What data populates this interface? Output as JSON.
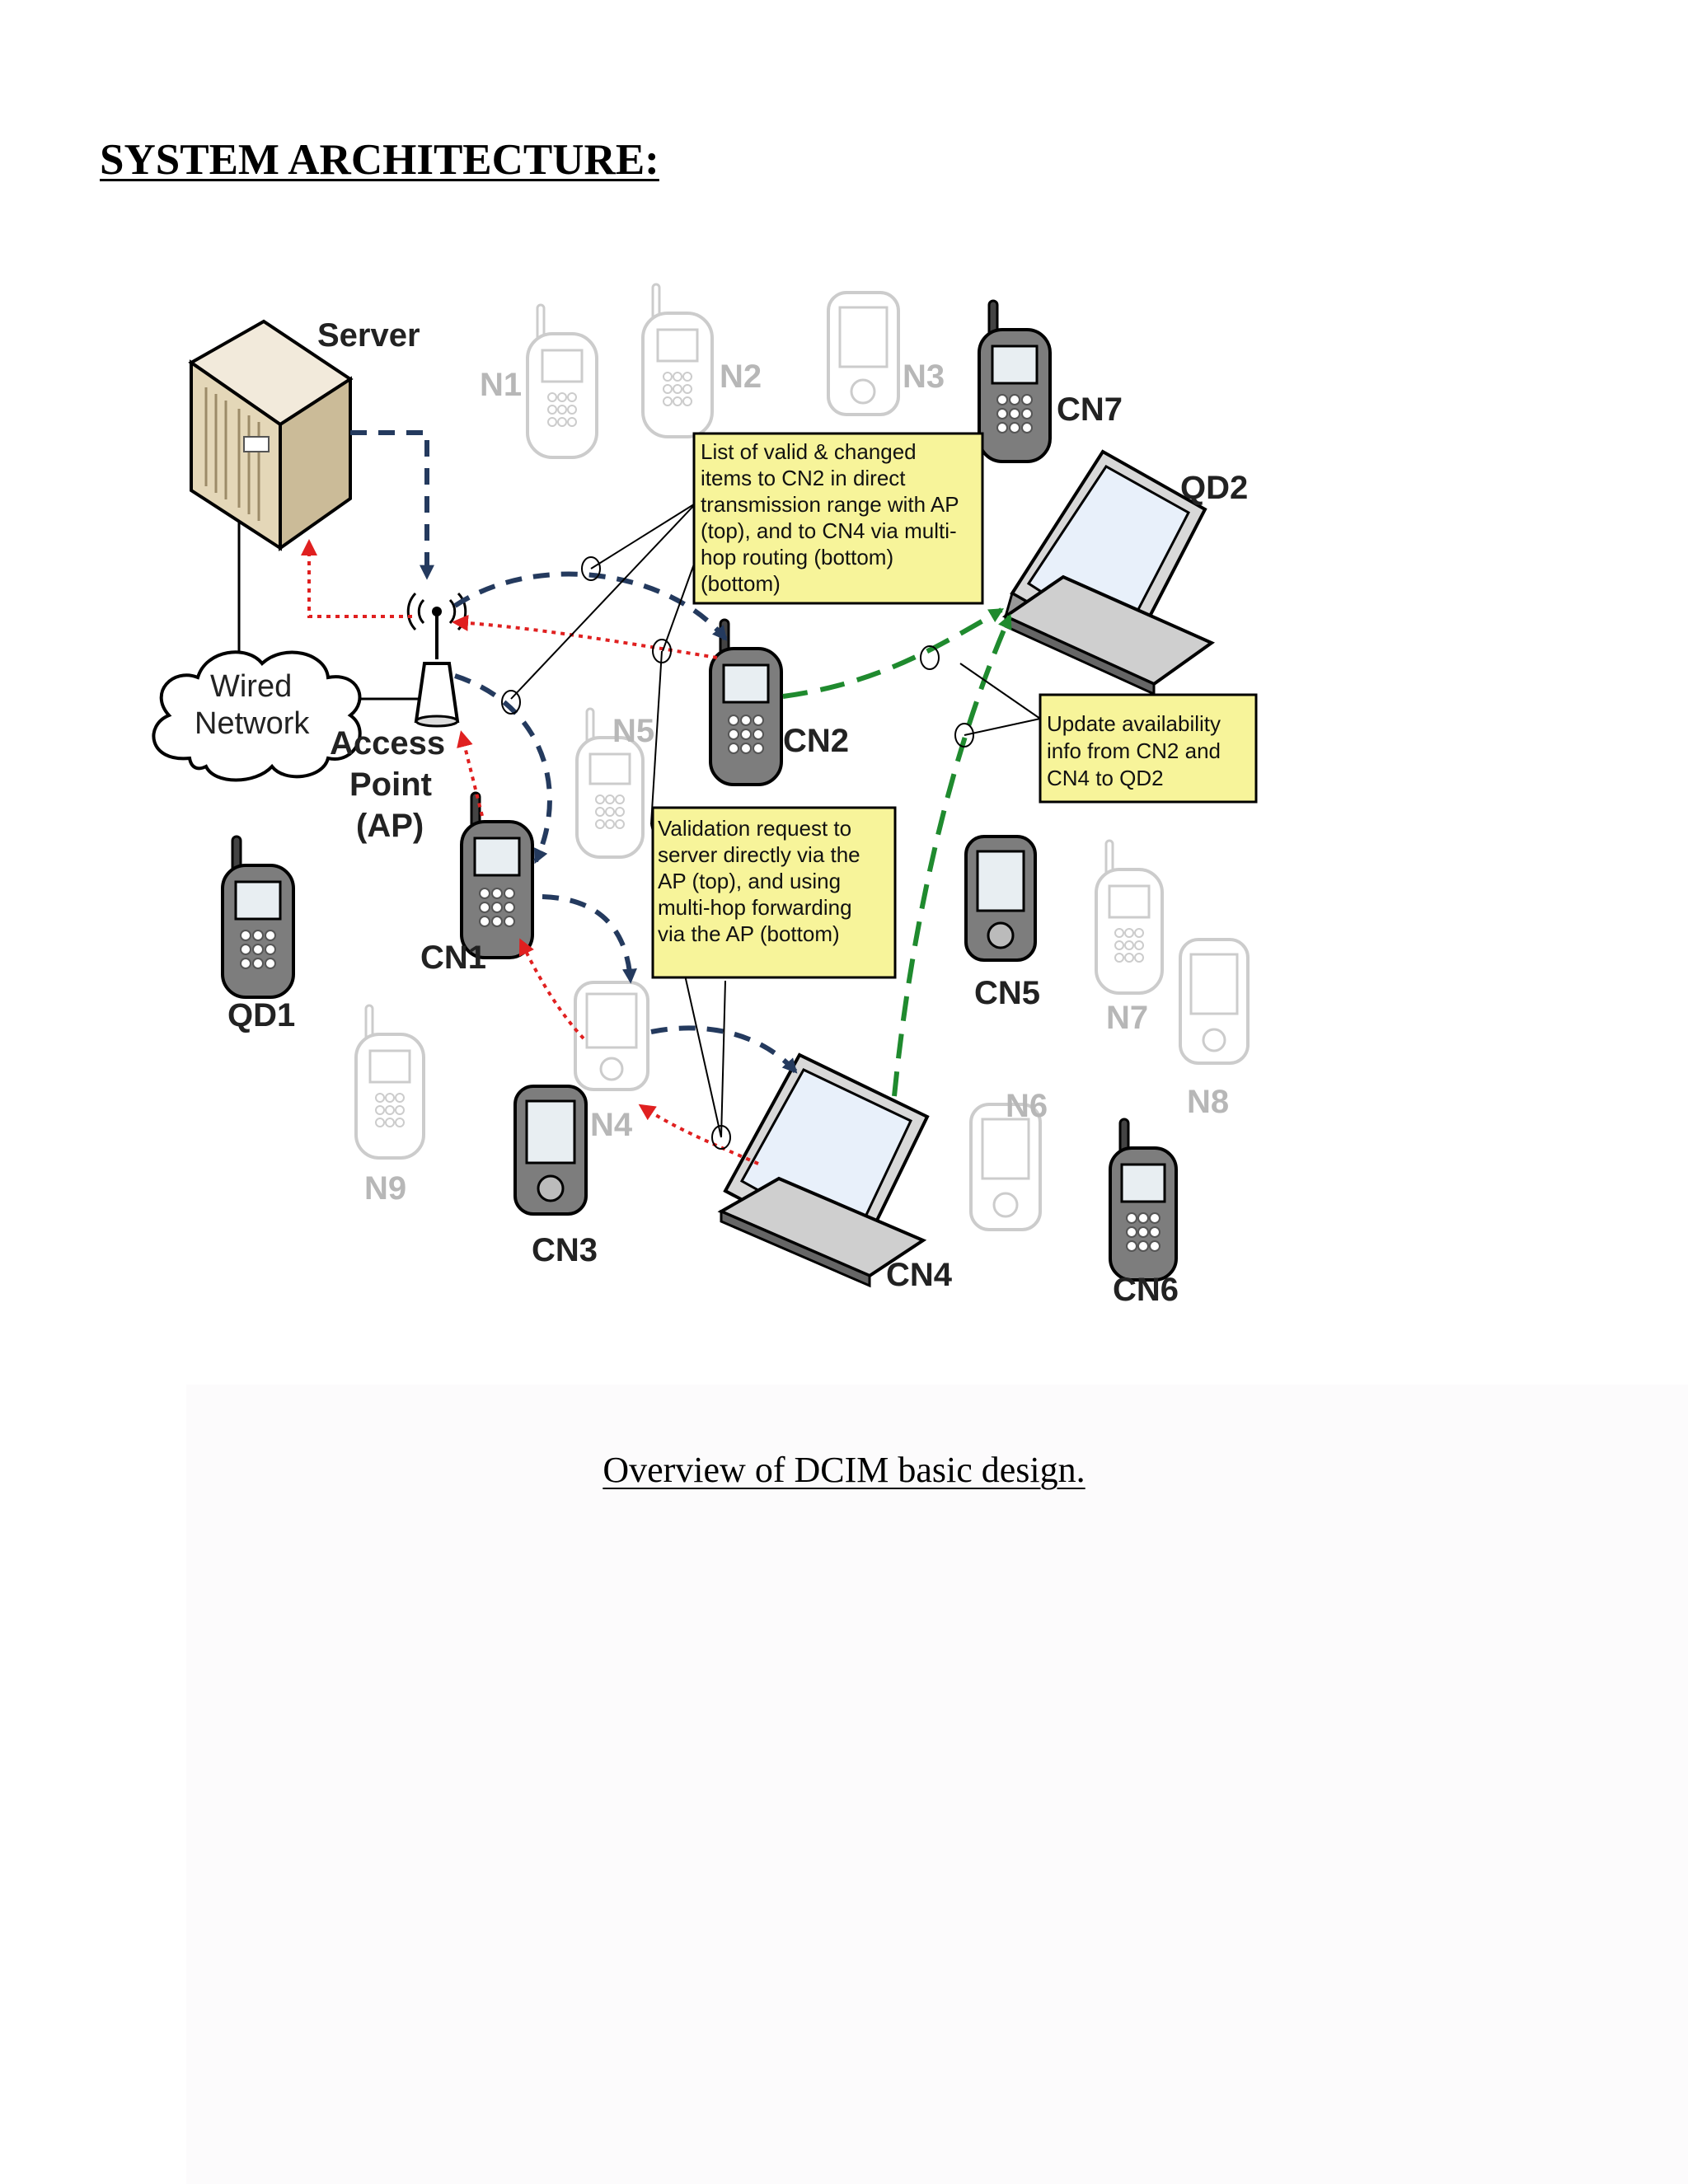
{
  "page": {
    "heading": "SYSTEM ARCHITECTURE:",
    "caption": "Overview of DCIM basic design."
  },
  "diagram": {
    "nodes": {
      "server": "Server",
      "wired_network": [
        "Wired",
        "Network"
      ],
      "access_point": [
        "Access",
        "Point",
        "(AP)"
      ],
      "cn1": "CN1",
      "cn2": "CN2",
      "cn3": "CN3",
      "cn4": "CN4",
      "cn5": "CN5",
      "cn6": "CN6",
      "cn7": "CN7",
      "qd1": "QD1",
      "qd2": "QD2",
      "n1": "N1",
      "n2": "N2",
      "n3": "N3",
      "n4": "N4",
      "n5": "N5",
      "n6": "N6",
      "n7": "N7",
      "n8": "N8",
      "n9": "N9"
    },
    "notes": {
      "list_of_valid": [
        "List of valid & changed",
        "items to CN2 in direct",
        "transmission range with AP",
        "(top), and to CN4 via multi-",
        "hop routing (bottom)",
        "(bottom)"
      ],
      "validation_request": [
        "Validation request to",
        "server directly via the",
        "AP (top), and using",
        "multi-hop forwarding",
        "via the AP (bottom)"
      ],
      "update_availability": [
        "Update availability",
        "info from CN2 and",
        "CN4 to QD2"
      ]
    },
    "colors": {
      "downlink_arrow": "#243a5e",
      "uplink_arrow": "#e02020",
      "update_arrow": "#1f8a2e",
      "note_fill": "#f7f49a",
      "server_body": "#e4d7b8"
    }
  }
}
